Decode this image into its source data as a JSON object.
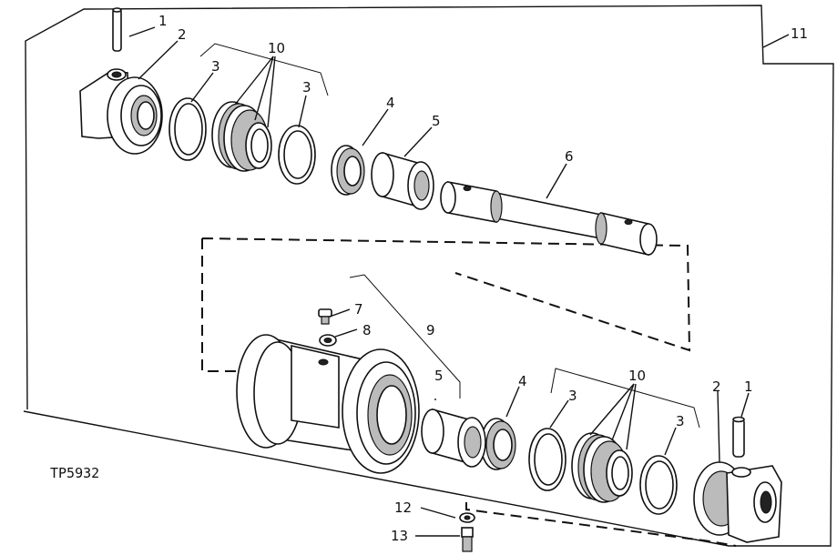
{
  "figure_code": "TP5932",
  "callouts": [
    {
      "id": "c1a",
      "text": "1"
    },
    {
      "id": "c2a",
      "text": "2"
    },
    {
      "id": "c3a",
      "text": "3"
    },
    {
      "id": "c10a",
      "text": "10"
    },
    {
      "id": "c3b",
      "text": "3"
    },
    {
      "id": "c4a",
      "text": "4"
    },
    {
      "id": "c5a",
      "text": "5"
    },
    {
      "id": "c6",
      "text": "6"
    },
    {
      "id": "c11",
      "text": "11"
    },
    {
      "id": "c7",
      "text": "7"
    },
    {
      "id": "c8",
      "text": "8"
    },
    {
      "id": "c9",
      "text": "9"
    },
    {
      "id": "c5b",
      "text": "5"
    },
    {
      "id": "c4b",
      "text": "4"
    },
    {
      "id": "c3c",
      "text": "3"
    },
    {
      "id": "c10b",
      "text": "10"
    },
    {
      "id": "c3d",
      "text": "3"
    },
    {
      "id": "c2b",
      "text": "2"
    },
    {
      "id": "c1b",
      "text": "1"
    },
    {
      "id": "c12",
      "text": "12"
    },
    {
      "id": "c13",
      "text": "13"
    }
  ]
}
